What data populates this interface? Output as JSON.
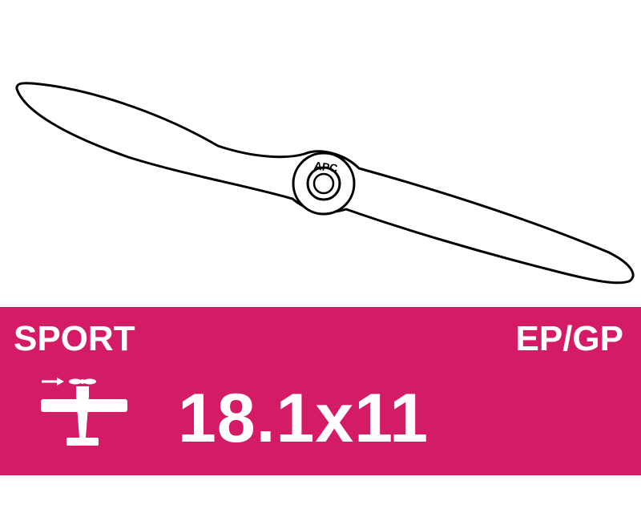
{
  "product": {
    "logo_text": "APC",
    "category": "SPORT",
    "fuel_type": "EP/GP",
    "size": "18.1x11"
  },
  "icons": {
    "propeller": "propeller-illustration",
    "plane": "airplane-direction-icon"
  },
  "colors": {
    "banner": "#d31c65",
    "text": "#ffffff",
    "outline": "#000000",
    "background": "#ffffff"
  }
}
